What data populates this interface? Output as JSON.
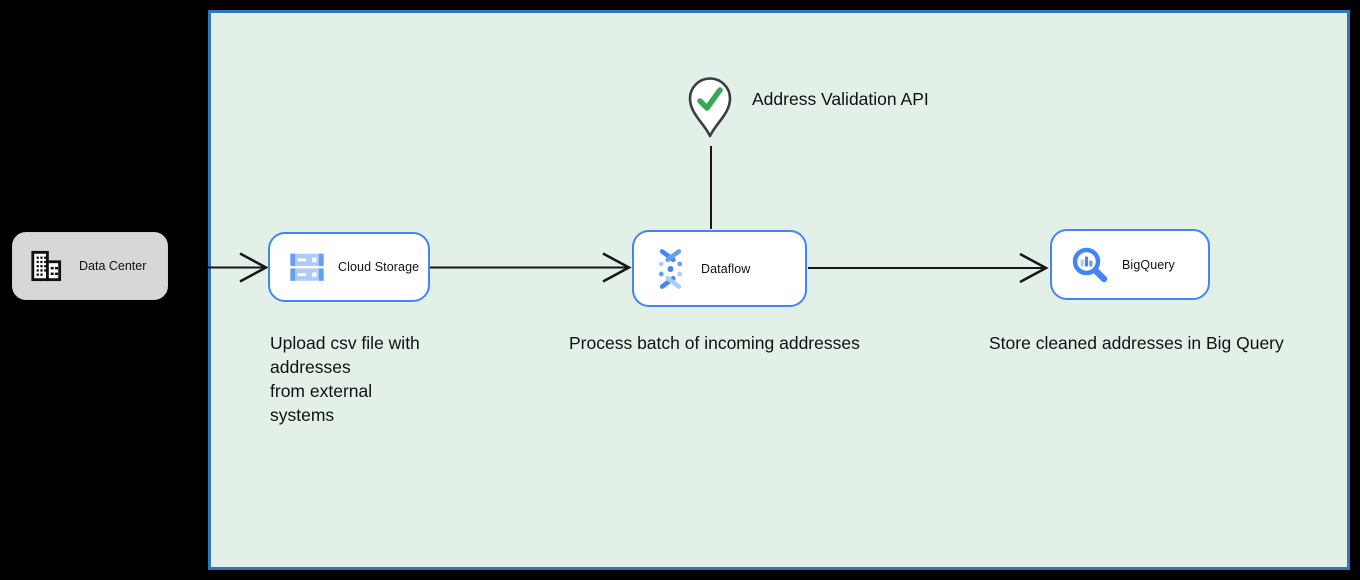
{
  "diagram": {
    "nodes": {
      "data_center": {
        "label": "Data Center"
      },
      "cloud_storage": {
        "label": "Cloud Storage",
        "caption": "Upload csv file with\naddresses\nfrom external\nsystems"
      },
      "dataflow": {
        "label": "Dataflow",
        "caption": "Process batch of incoming addresses"
      },
      "bigquery": {
        "label": "BigQuery",
        "caption": "Store cleaned addresses in Big Query"
      },
      "address_validation": {
        "label": "Address Validation API"
      }
    },
    "edges": [
      "data-center to cloud-storage",
      "cloud-storage to dataflow",
      "dataflow to bigquery",
      "address-validation-api to dataflow"
    ],
    "colors": {
      "canvas_background": "#000000",
      "panel_fill": "#e2f0e8",
      "panel_border": "#2e78b8",
      "node_border": "#4285f4",
      "node_fill": "#ffffff",
      "data_center_fill": "#d7d7d7",
      "icon_blue_dark": "#4285f4",
      "icon_blue_mid": "#669df6",
      "icon_blue_light": "#aecbfa",
      "check_green": "#37a75a",
      "pin_outline": "#3a3f45",
      "arrow_color": "#161616"
    }
  }
}
